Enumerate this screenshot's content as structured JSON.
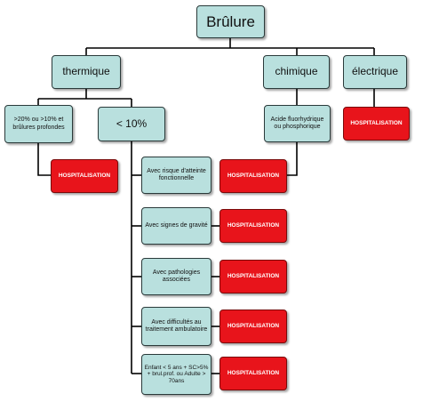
{
  "colors": {
    "node_fill": "#b9e0de",
    "hospital_fill": "#e8141b",
    "connector": "#000000"
  },
  "root": "Brûlure",
  "categories": {
    "thermique": "thermique",
    "chimique": "chimique",
    "electrique": "électrique"
  },
  "thermique_branches": {
    "severe": ">20% ou >10% et brûlures profondes",
    "minor": "< 10%"
  },
  "chimique_detail": "Acide fluorhydrique ou phosphorique",
  "criteria": [
    "Avec risque d'atteinte fonctionnelle",
    "Avec signes de gravité",
    "Avec pathologies associées",
    "Avec difficultés au traitement ambulatoire",
    "Enfant < 5 ans + SC>5% + brul.prof. ou Adulte > 70ans"
  ],
  "outcome_label": "HOSPITALISATION"
}
